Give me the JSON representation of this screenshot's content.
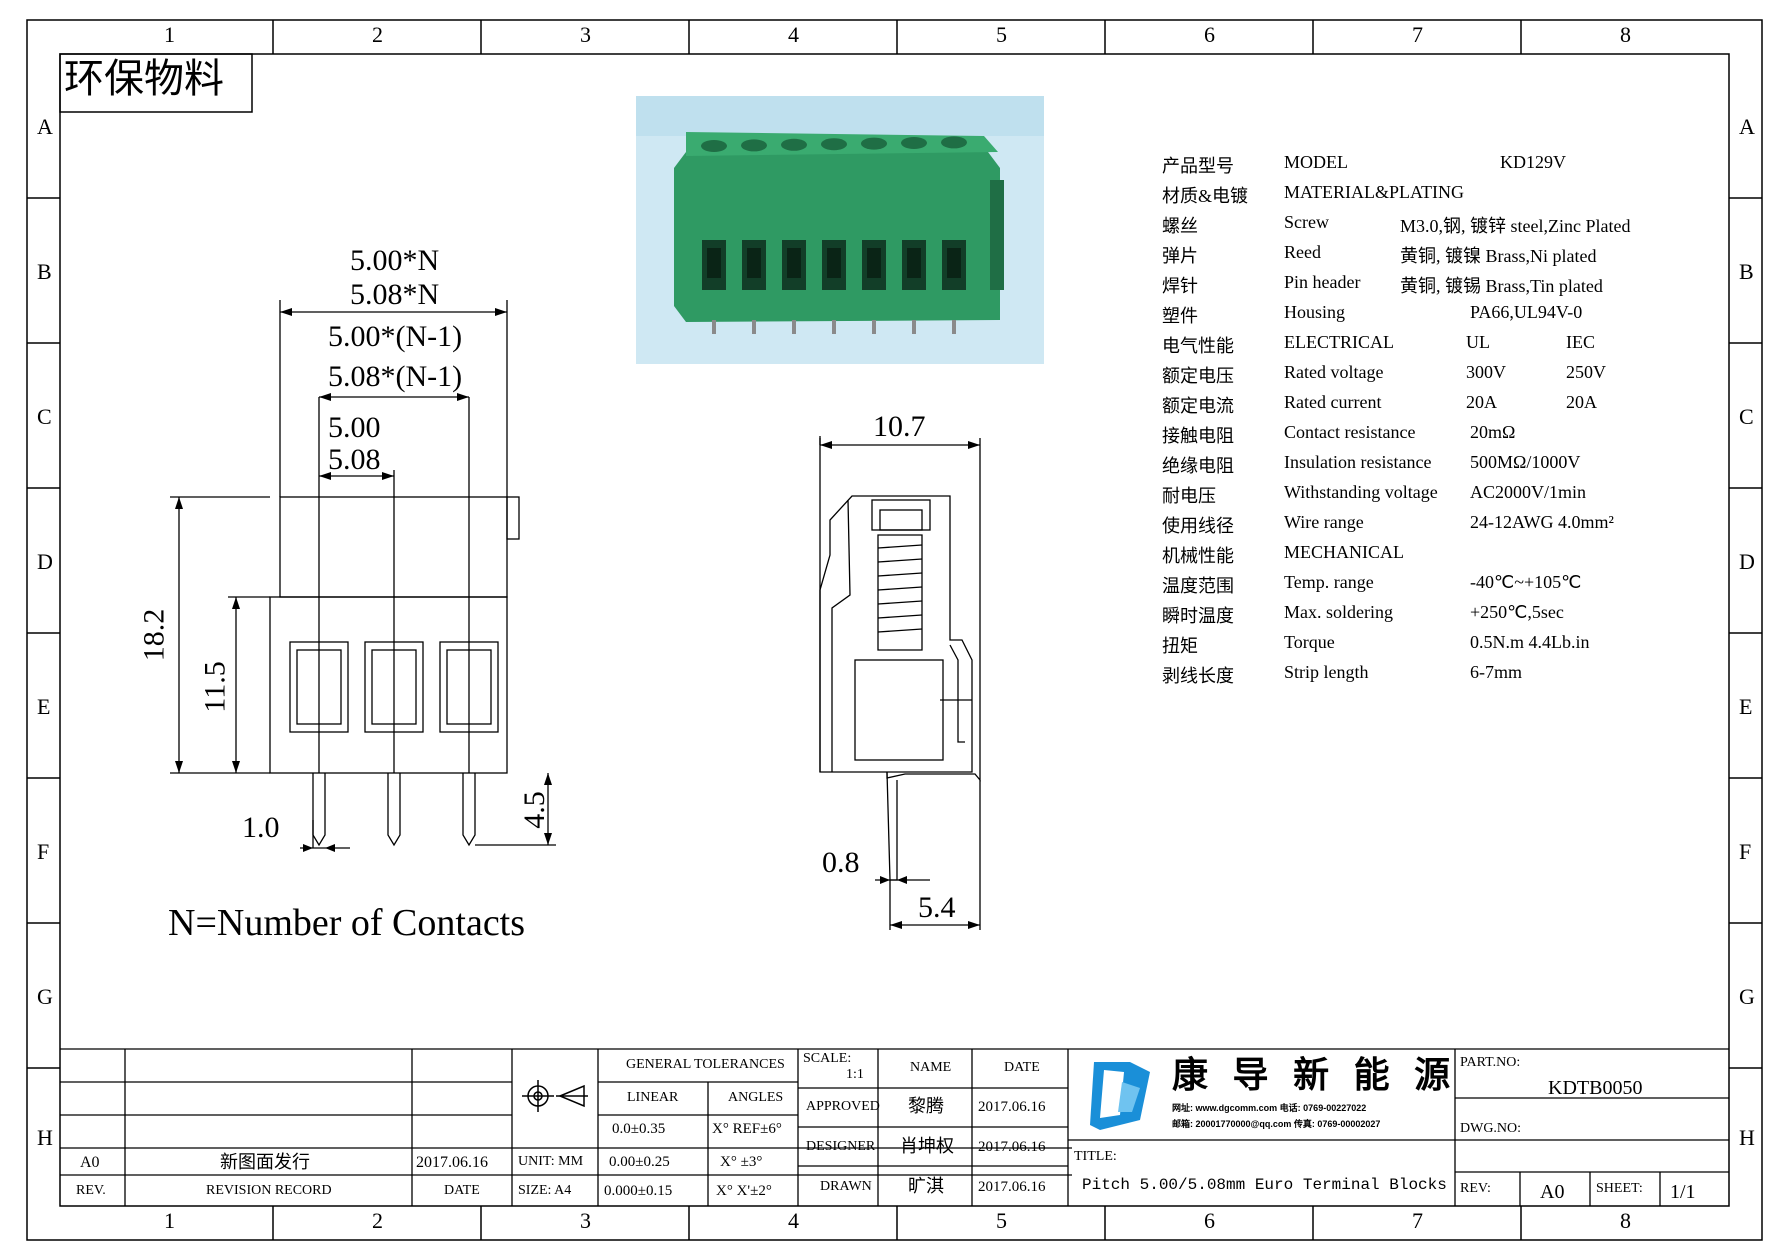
{
  "border": {
    "columns": [
      "1",
      "2",
      "3",
      "4",
      "5",
      "6",
      "7",
      "8"
    ],
    "rows": [
      "A",
      "B",
      "C",
      "D",
      "E",
      "F",
      "G",
      "H"
    ]
  },
  "badge": "环保物料",
  "dims_front": {
    "overall_a": "5.00*N",
    "overall_b": "5.08*N",
    "span_a": "5.00*(N-1)",
    "span_b": "5.08*(N-1)",
    "pitch_a": "5.00",
    "pitch_b": "5.08",
    "height_total": "18.2",
    "height_body": "11.5",
    "pin_width": "1.0",
    "pin_length": "4.5",
    "note": "N=Number of Contacts"
  },
  "dims_side": {
    "width": "10.7",
    "pin_thickness": "0.8",
    "pin_offset": "5.4"
  },
  "specs": [
    {
      "cn": "产品型号",
      "en": "MODEL",
      "v1": "KD129V",
      "v2": ""
    },
    {
      "cn": "材质&电镀",
      "en": "MATERIAL&PLATING",
      "v1": "",
      "v2": ""
    },
    {
      "cn": "螺丝",
      "en": "Screw",
      "v1": "M3.0,钢, 镀锌 steel,Zinc Plated",
      "v2": ""
    },
    {
      "cn": "弹片",
      "en": "Reed",
      "v1": "黄铜, 镀镍 Brass,Ni plated",
      "v2": ""
    },
    {
      "cn": "焊针",
      "en": "Pin header",
      "v1": "黄铜, 镀锡 Brass,Tin plated",
      "v2": ""
    },
    {
      "cn": "塑件",
      "en": "Housing",
      "v1": "PA66,UL94V-0",
      "v2": ""
    },
    {
      "cn": "电气性能",
      "en": "ELECTRICAL",
      "v1": "UL",
      "v2": "IEC"
    },
    {
      "cn": "额定电压",
      "en": "Rated voltage",
      "v1": "300V",
      "v2": "250V"
    },
    {
      "cn": "额定电流",
      "en": "Rated current",
      "v1": "20A",
      "v2": "20A"
    },
    {
      "cn": "接触电阻",
      "en": "Contact resistance",
      "v1": "20mΩ",
      "v2": ""
    },
    {
      "cn": "绝缘电阻",
      "en": "Insulation resistance",
      "v1": "500MΩ/1000V",
      "v2": ""
    },
    {
      "cn": "耐电压",
      "en": "Withstanding voltage",
      "v1": "AC2000V/1min",
      "v2": ""
    },
    {
      "cn": "使用线径",
      "en": "Wire range",
      "v1": "24-12AWG 4.0mm²",
      "v2": ""
    },
    {
      "cn": "机械性能",
      "en": "MECHANICAL",
      "v1": "",
      "v2": ""
    },
    {
      "cn": "温度范围",
      "en": "Temp. range",
      "v1": "-40℃~+105℃",
      "v2": ""
    },
    {
      "cn": "瞬时温度",
      "en": "Max. soldering",
      "v1": "+250℃,5sec",
      "v2": ""
    },
    {
      "cn": "扭矩",
      "en": "Torque",
      "v1": "0.5N.m  4.4Lb.in",
      "v2": ""
    },
    {
      "cn": "剥线长度",
      "en": "Strip length",
      "v1": "6-7mm",
      "v2": ""
    }
  ],
  "title_block": {
    "revision": {
      "rev": "A0",
      "record": "新图面发行",
      "date": "2017.06.16"
    },
    "revision_headers": {
      "rev": "REV.",
      "record": "REVISION RECORD",
      "date": "DATE"
    },
    "unit": "UNIT: MM",
    "size": "SIZE: A4",
    "tolerances": {
      "header": "GENERAL TOLERANCES",
      "linear_label": "LINEAR",
      "angles_label": "ANGLES",
      "rows": [
        {
          "linear": "0.0±0.35",
          "angle": "X° REF±6°"
        },
        {
          "linear": "0.00±0.25",
          "angle": "X° ±3°"
        },
        {
          "linear": "0.000±0.15",
          "angle": "X° X'±2°"
        }
      ]
    },
    "scale_label": "SCALE:",
    "scale_value": "1:1",
    "name_header": "NAME",
    "date_header": "DATE",
    "signoffs": [
      {
        "role": "APPROVED",
        "name": "黎腾",
        "date": "2017.06.16"
      },
      {
        "role": "DESIGNER",
        "name": "肖坤权",
        "date": "2017.06.16"
      },
      {
        "role": "DRAWN",
        "name": "旷淇",
        "date": "2017.06.16"
      }
    ],
    "company": "康 导 新 能 源",
    "company_contact_1": "网址: www.dgcomm.com  电话: 0769-00227022",
    "company_contact_2": "邮箱: 20001770000@qq.com  传真: 0769-00002027",
    "title_label": "TITLE:",
    "title": "Pitch 5.00/5.08mm Euro Terminal Blocks",
    "part_no_label": "PART.NO:",
    "part_no": "KDTB0050",
    "dwg_no_label": "DWG.NO:",
    "rev_label": "REV:",
    "rev_value": "A0",
    "sheet_label": "SHEET:",
    "sheet_value": "1/1"
  },
  "colors": {
    "line": "#000000",
    "connector_green": "#2f9a63",
    "connector_dark": "#1f6e45",
    "photo_bg": "#cfe8f3",
    "logo_blue": "#1a8fd8"
  }
}
